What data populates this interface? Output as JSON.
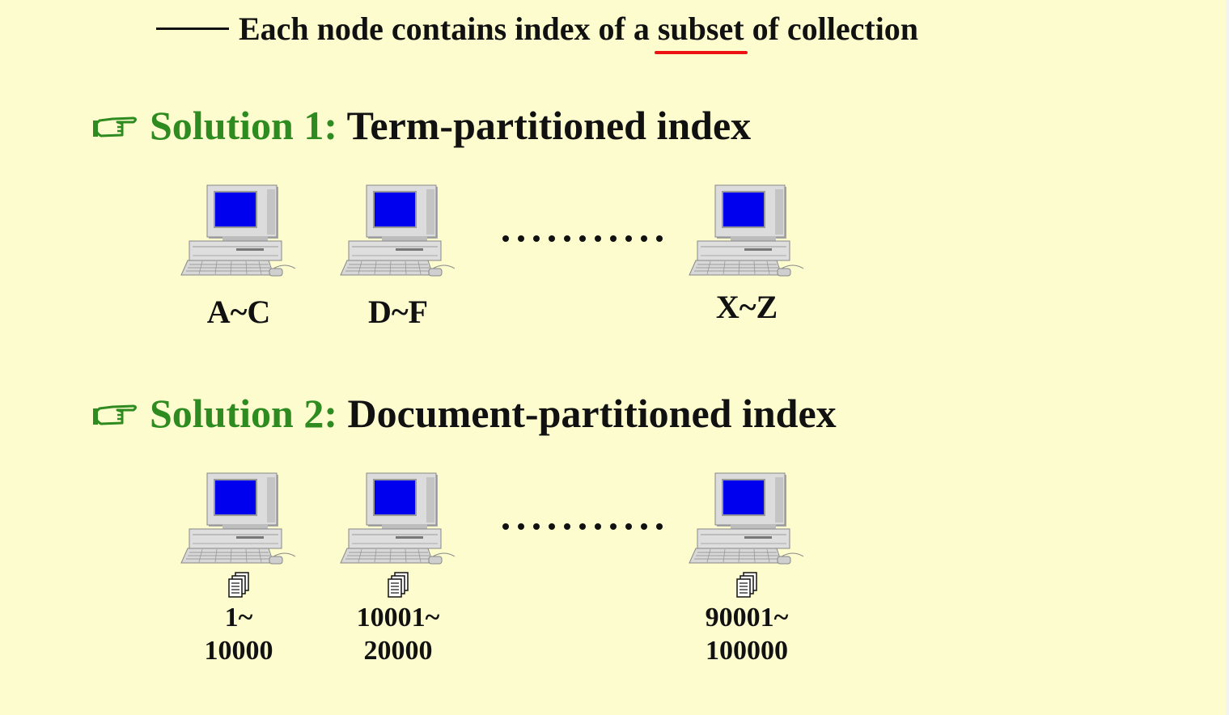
{
  "top_line": {
    "before": "Each node contains index of a",
    "highlight": "subset",
    "after": "of collection"
  },
  "solution1": {
    "prefix": "Solution 1:",
    "title": "Term-partitioned index",
    "nodes": [
      "A~C",
      "D~F",
      "X~Z"
    ],
    "ellipsis": "..........."
  },
  "solution2": {
    "prefix": "Solution 2:",
    "title": "Document-partitioned index",
    "nodes": [
      {
        "line1": "1~",
        "line2": "10000"
      },
      {
        "line1": "10001~",
        "line2": "20000"
      },
      {
        "line1": "90001~",
        "line2": "100000"
      }
    ],
    "ellipsis": "..........."
  },
  "icons": {
    "bullet": "pointing-hand-icon",
    "computer": "desktop-computer-icon",
    "documents": "document-stack-icon"
  },
  "colors": {
    "background": "#fdfccf",
    "accent_green": "#2e8b1f",
    "underline_red": "#ee1111",
    "screen_blue": "#0000ee"
  }
}
